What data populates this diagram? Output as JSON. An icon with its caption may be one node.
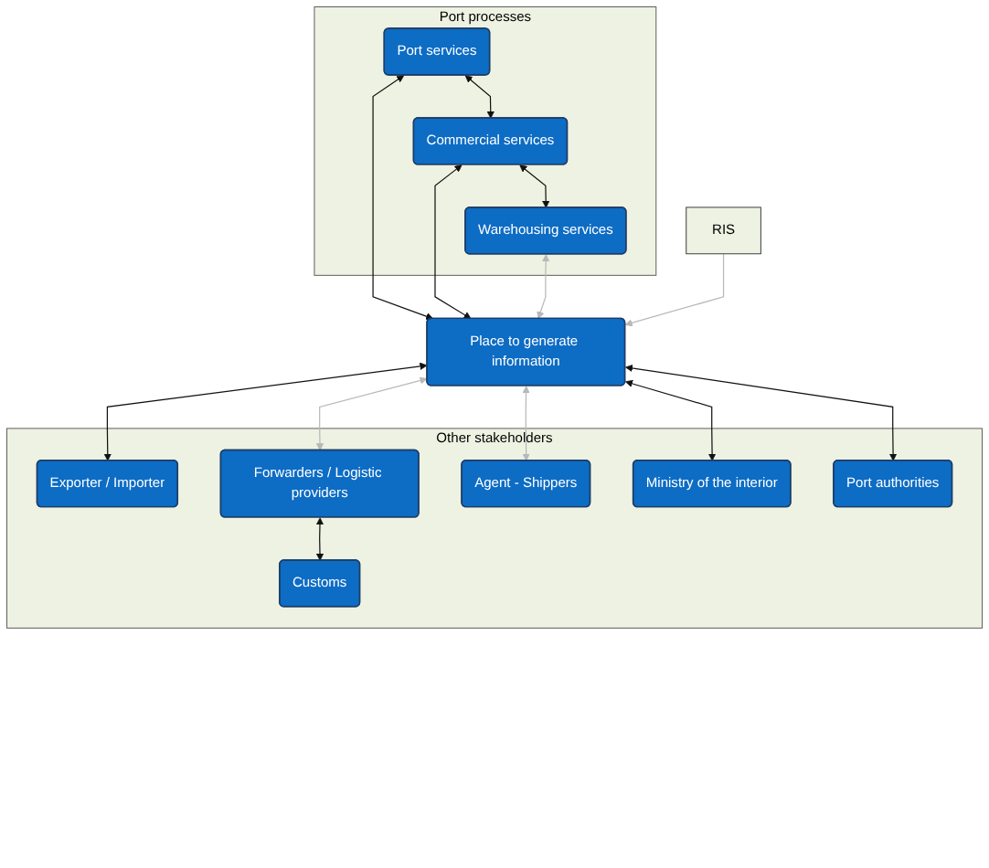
{
  "diagram": {
    "nodes": [
      {
        "text": [
          "Port processes"
        ]
      },
      {
        "text": [
          "Port services"
        ],
        "in": 0
      },
      {
        "text": [
          "Commercial services"
        ],
        "in": 0
      },
      {
        "text": [
          "Warehousing services"
        ],
        "in": 0
      },
      {
        "text": [
          "Place to generate information"
        ]
      },
      {
        "text": [
          "RIS"
        ]
      },
      {
        "text": [
          "Other stakeholders"
        ]
      },
      {
        "text": [
          "Exporter / Importer"
        ],
        "in": 6
      },
      {
        "text": [
          "Forwarders / Logistic providers"
        ],
        "in": 6
      },
      {
        "text": [
          "Agent - Shippers"
        ],
        "in": 6
      },
      {
        "text": [
          "Ministry of the interior"
        ],
        "in": 6
      },
      {
        "text": [
          "Customs"
        ],
        "in": 6
      },
      {
        "text": [
          "Port authorities"
        ],
        "in": 6
      }
    ],
    "edges": [
      {
        "from": 1,
        "to": 2,
        "arrow": "both"
      },
      {
        "from": 2,
        "to": 3,
        "arrow": "both"
      },
      {
        "from": 4,
        "to": 1,
        "arrow": "both"
      },
      {
        "from": 4,
        "to": 2,
        "arrow": "both"
      },
      {
        "from": 4,
        "to": 3,
        "arrow": "both",
        "color": "#b8b8b8"
      },
      {
        "from": 5,
        "to": 4,
        "arrow": "to",
        "color": "#b8b8b8"
      },
      {
        "from": 4,
        "to": 7,
        "arrow": "both"
      },
      {
        "from": 4,
        "to": 8,
        "arrow": "both",
        "color": "#b8b8b8"
      },
      {
        "from": 4,
        "to": 9,
        "arrow": "both",
        "color": "#b8b8b8"
      },
      {
        "from": 4,
        "to": 10,
        "arrow": "both"
      },
      {
        "from": 4,
        "to": 12,
        "arrow": "both"
      },
      {
        "from": 8,
        "to": 11,
        "arrow": "both"
      }
    ]
  }
}
